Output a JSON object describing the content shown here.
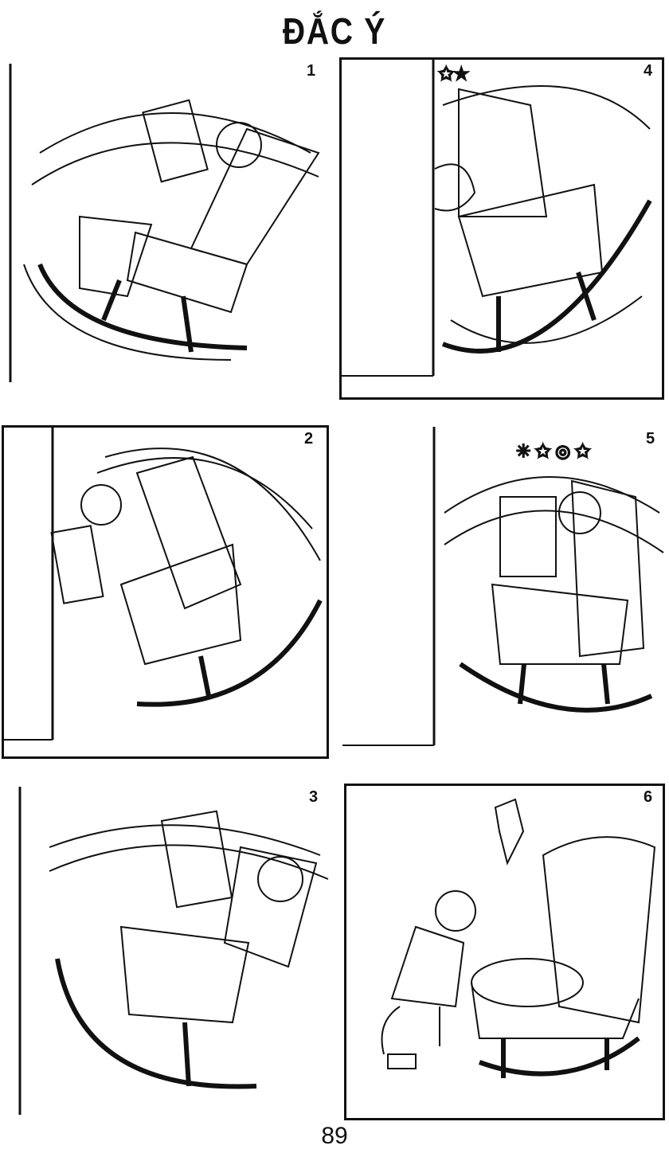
{
  "page": {
    "title": "ĐẮC Ý",
    "page_number": "89"
  },
  "panels": [
    {
      "number": "1"
    },
    {
      "number": "2"
    },
    {
      "number": "3"
    },
    {
      "number": "4"
    },
    {
      "number": "5"
    },
    {
      "number": "6"
    }
  ],
  "colors": {
    "ink": "#111111",
    "paper": "#ffffff"
  }
}
